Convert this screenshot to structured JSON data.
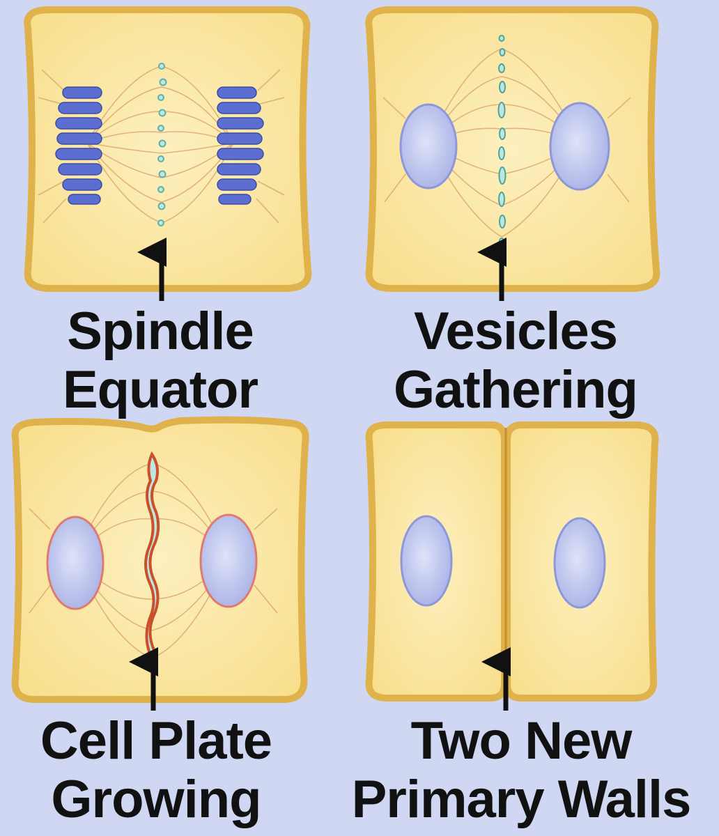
{
  "panels": [
    {
      "id": "spindle-equator",
      "line1": "Spindle",
      "line2": "Equator"
    },
    {
      "id": "vesicles-gathering",
      "line1": "Vesicles",
      "line2": "Gathering"
    },
    {
      "id": "cell-plate-growing",
      "line1": "Cell Plate",
      "line2": "Growing"
    },
    {
      "id": "two-new-primary-walls",
      "line1": "Two New",
      "line2": "Primary Walls"
    }
  ],
  "colors": {
    "background": "#cfd7f2",
    "cytoplasm": "#fbe7a0",
    "cell_wall": "#e3b64a",
    "chromosome": "#5c6fd0",
    "nucleus": "#b8c0ec",
    "vesicle": "#7fc8c0",
    "spindle_fiber": "#d9a066",
    "cell_plate": "#c9502a",
    "arrow": "#111111"
  }
}
